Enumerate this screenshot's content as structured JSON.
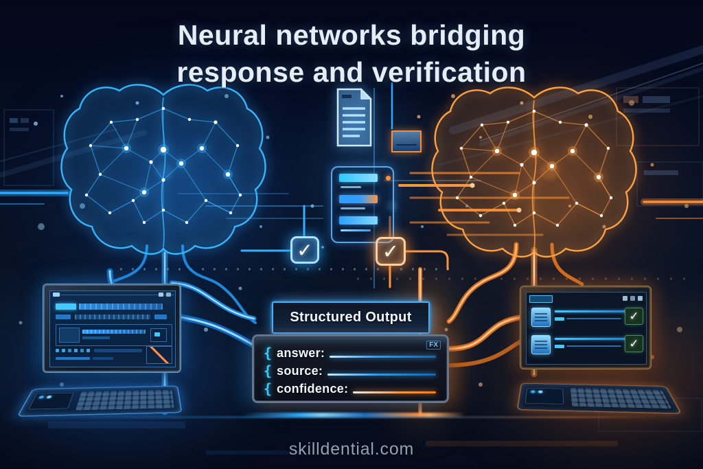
{
  "title": {
    "line1": "Neural networks bridging",
    "line2": "response and verification"
  },
  "structured_output": {
    "title": "Structured Output",
    "badge": "FX",
    "fields": [
      {
        "bracket": "{",
        "label": "answer:"
      },
      {
        "bracket": "{",
        "label": "source:"
      },
      {
        "bracket": "{",
        "label": "confidence:"
      }
    ]
  },
  "footer": {
    "website": "skilldential.com"
  },
  "icons": {
    "check": "✓",
    "document": "document-icon",
    "blue_checkbox": "checkmark-blue-icon",
    "orange_checkbox": "checkmark-orange-icon"
  },
  "colors": {
    "blue": "#2fa9ff",
    "cyan": "#45d0ff",
    "orange": "#ff8c33",
    "background": "#060d1d",
    "title_text": "#e4edf8",
    "footer_text": "#93a1b6"
  }
}
